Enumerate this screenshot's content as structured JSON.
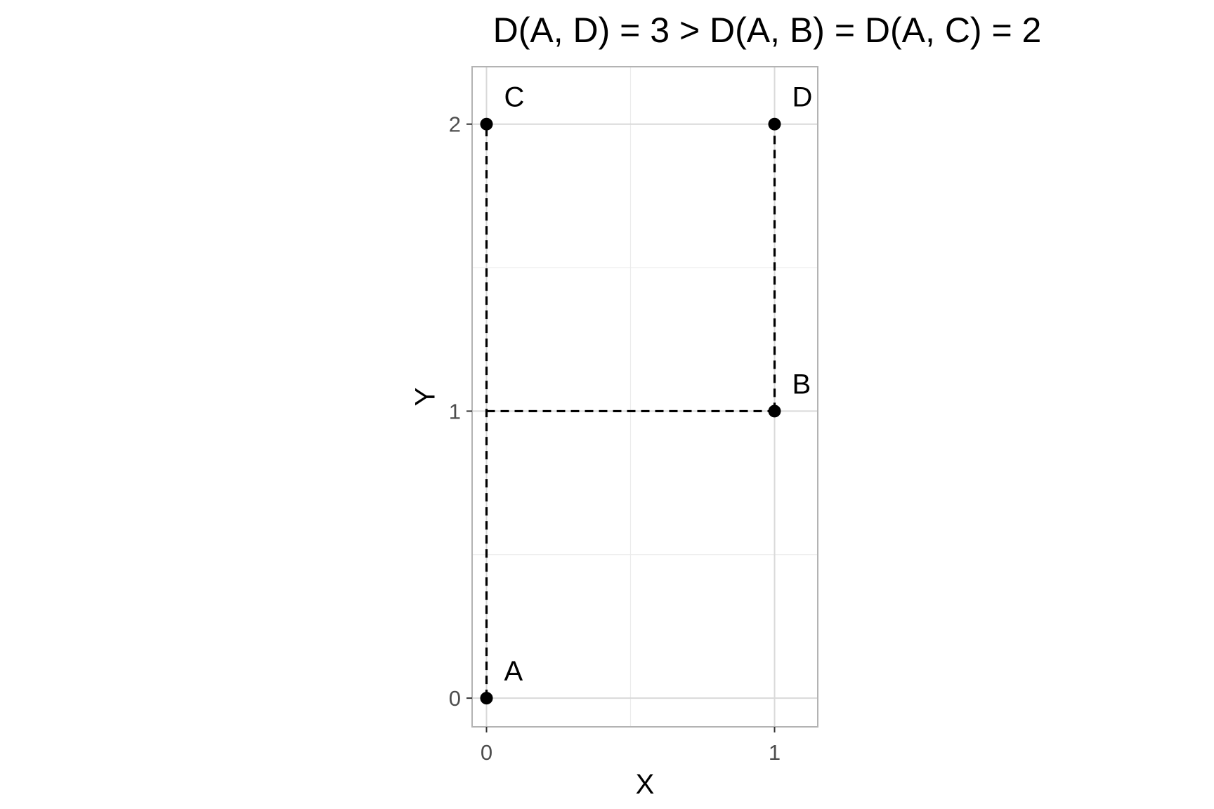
{
  "chart_data": {
    "type": "scatter",
    "title": "D(A, D) = 3 > D(A, B) = D(A, C) = 2",
    "xlabel": "X",
    "ylabel": "Y",
    "xlim": [
      -0.05,
      1.15
    ],
    "ylim": [
      -0.1,
      2.2
    ],
    "x_ticks": [
      0,
      1
    ],
    "y_ticks": [
      0,
      1,
      2
    ],
    "x_tick_labels": [
      "0",
      "1"
    ],
    "y_tick_labels": [
      "0",
      "1",
      "2"
    ],
    "x_minor_grid": [
      0.5
    ],
    "y_minor_grid": [
      0.5,
      1.5
    ],
    "grid": true,
    "points": [
      {
        "label": "A",
        "x": 0,
        "y": 0
      },
      {
        "label": "B",
        "x": 1,
        "y": 1
      },
      {
        "label": "C",
        "x": 0,
        "y": 2
      },
      {
        "label": "D",
        "x": 1,
        "y": 2
      }
    ],
    "paths": [
      {
        "style": "dashed",
        "points": [
          [
            0,
            0
          ],
          [
            0,
            2
          ]
        ]
      },
      {
        "style": "dashed",
        "points": [
          [
            0,
            1
          ],
          [
            1,
            1
          ]
        ]
      },
      {
        "style": "dashed",
        "points": [
          [
            1,
            1
          ],
          [
            1,
            2
          ]
        ]
      }
    ],
    "colors": {
      "panel_border": "#b3b3b3",
      "grid_major": "#d9d9d9",
      "grid_minor": "#ebebeb",
      "points": "#000000",
      "paths": "#000000",
      "tick_text": "#4d4d4d"
    }
  }
}
